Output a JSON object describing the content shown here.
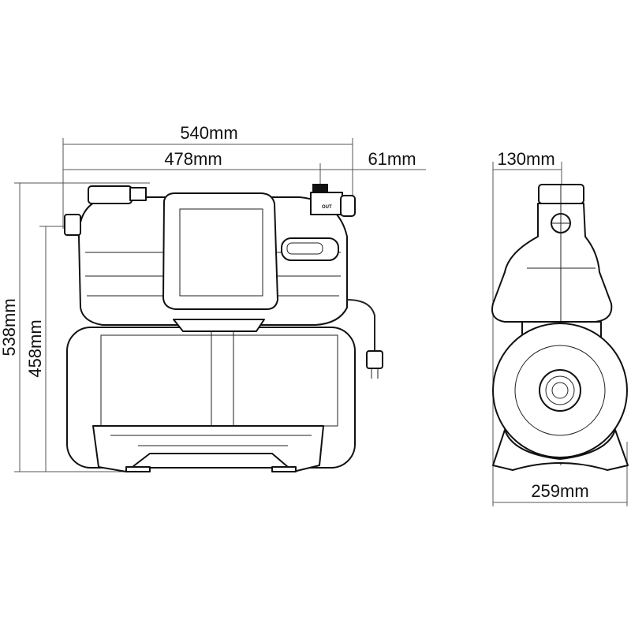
{
  "dimensions": {
    "overall_width": "540mm",
    "body_width": "478mm",
    "outlet_offset": "61mm",
    "overall_height": "538mm",
    "tank_height": "458mm",
    "side_top_width": "130mm",
    "side_base_width": "259mm"
  },
  "labels": {
    "outlet": "OUT"
  }
}
